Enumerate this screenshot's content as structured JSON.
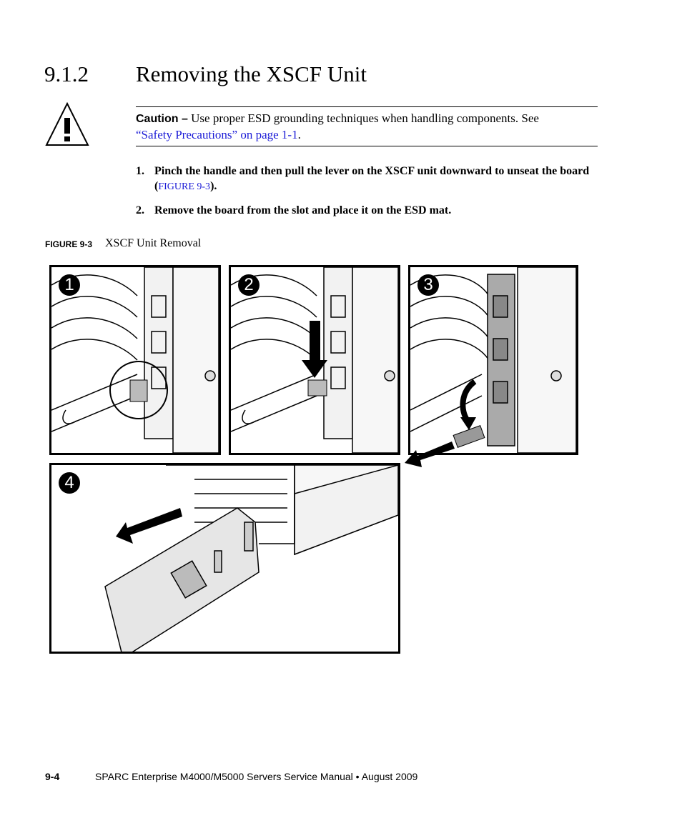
{
  "section": {
    "number": "9.1.2",
    "title": "Removing the XSCF Unit"
  },
  "caution": {
    "label": "Caution –",
    "text": "Use proper ESD grounding techniques when handling components. See",
    "link": "“Safety Precautions” on page 1-1",
    "end": "."
  },
  "steps": [
    {
      "number": "1.",
      "text": "Pinch the handle and then pull the lever on the XSCF unit downward to unseat the board (",
      "ref": "FIGURE 9-3",
      "end": ")."
    },
    {
      "number": "2.",
      "text": "Remove the board from the slot and place it on the ESD mat."
    }
  ],
  "figure": {
    "label": "FIGURE 9-3",
    "caption": "XSCF Unit Removal",
    "panels": [
      "1",
      "2",
      "3",
      "4"
    ]
  },
  "footer": {
    "page": "9-4",
    "title": "SPARC Enterprise M4000/M5000 Servers Service Manual • August 2009"
  },
  "icons": {
    "caution": "warning-triangle-icon"
  }
}
